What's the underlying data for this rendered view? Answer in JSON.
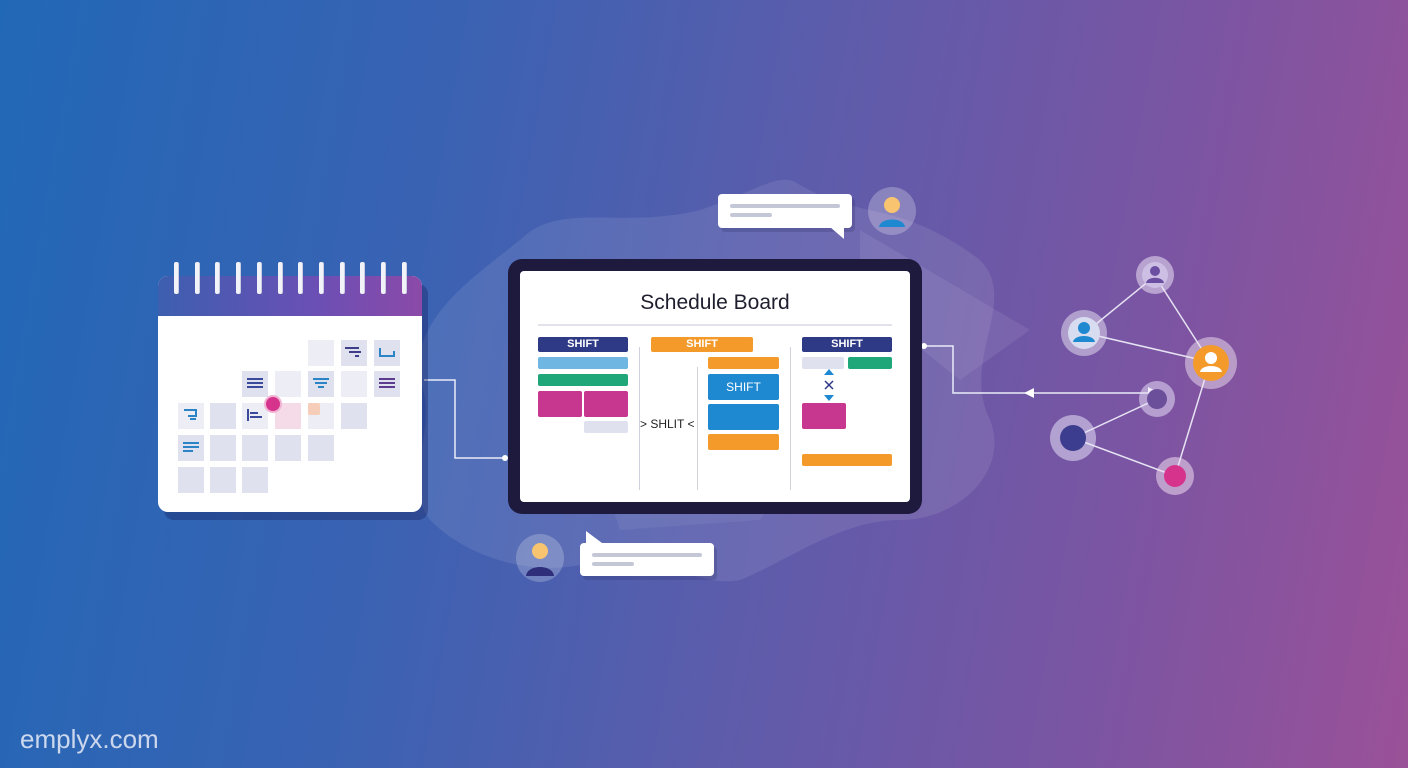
{
  "board": {
    "title": "Schedule Board",
    "col1_header": "SHIFT",
    "col2_header": "SHIFT",
    "col3_header": "SHIFT",
    "col2_center_label": "SHIFT",
    "middle_label": "> SHLIT <"
  },
  "footer": {
    "url": "emplyx.com"
  },
  "colors": {
    "navy": "#2f3a86",
    "orange": "#f39a2b",
    "blue": "#1e88d0",
    "green": "#1fa77a",
    "magenta": "#c7378f",
    "lightblue": "#6fb6e2"
  }
}
